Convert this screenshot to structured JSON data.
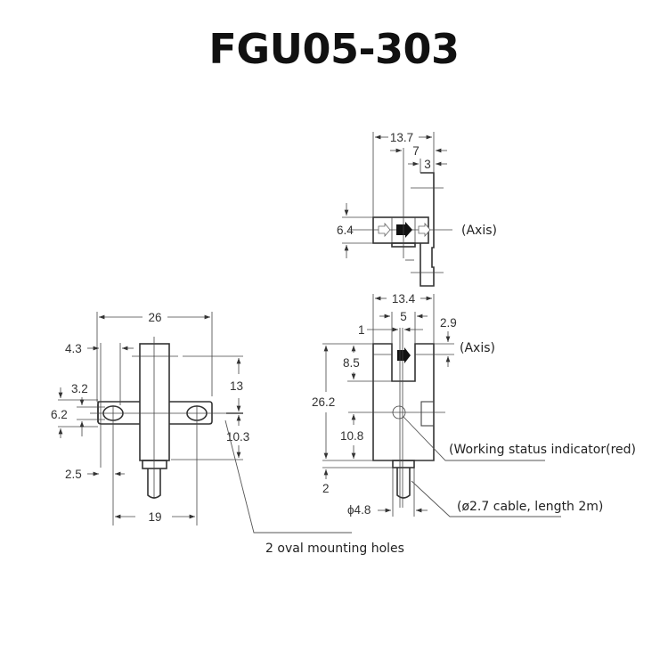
{
  "title": "FGU05-303",
  "top_view": {
    "dims": {
      "overall_width": "13.7",
      "slot_center": "7",
      "flange": "3",
      "height": "6.4"
    },
    "axis_label": "(Axis)"
  },
  "front_view": {
    "dims": {
      "width": "13.4",
      "slot": "5",
      "aperture": "1",
      "axis_offset": "2.9",
      "slot_depth": "8.5",
      "height": "26.2",
      "indicator_height": "10.8",
      "cable_protrusion": "2",
      "cable_diameter": "ϕ4.8"
    },
    "axis_label": "(Axis)",
    "indicator_note": "(Working status indicator(red)",
    "cable_note": "(ø2.7 cable, length 2m)"
  },
  "side_view": {
    "dims": {
      "overall_width": "26",
      "edge_to_hole": "4.3",
      "hole_width": "3.2",
      "flange_height": "6.2",
      "hole_edge": "2.5",
      "hole_pitch": "19",
      "upper_height": "13",
      "lower_height": "10.3"
    },
    "holes_note": "2 oval mounting holes"
  }
}
